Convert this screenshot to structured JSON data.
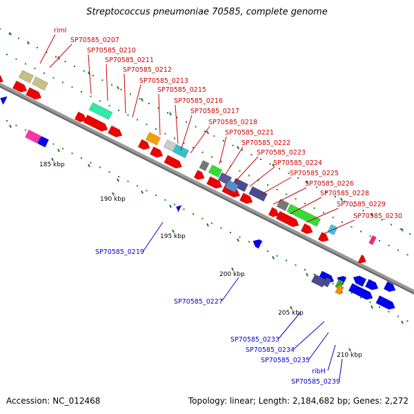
{
  "title": "Streptococcus pneumoniae 70585, complete genome",
  "footer": {
    "accession": "Accession: NC_012468",
    "summary": "Topology: linear; Length: 2,184,682 bp; Genes: 2,272"
  },
  "colors": {
    "backbone": "#999999",
    "forward": "#ee0000",
    "reverse": "#0000ee",
    "tick": "#1e7a1e",
    "label_fwd": "#cc0000",
    "label_rev": "#0000cc"
  },
  "ticks": [
    {
      "label": "185 kbp"
    },
    {
      "label": "190 kbp"
    },
    {
      "label": "195 kbp"
    },
    {
      "label": "200 kbp"
    },
    {
      "label": "205 kbp"
    },
    {
      "label": "210 kbp"
    }
  ],
  "top_labels": [
    {
      "text": "rimI"
    },
    {
      "text": "SP70585_0207"
    },
    {
      "text": "SP70585_0210"
    },
    {
      "text": "SP70585_0211"
    },
    {
      "text": "SP70585_0212"
    },
    {
      "text": "SP70585_0213"
    },
    {
      "text": "SP70585_0215"
    },
    {
      "text": "SP70585_0216"
    },
    {
      "text": "SP70585_0217"
    },
    {
      "text": "SP70585_0218"
    },
    {
      "text": "SP70585_0221"
    },
    {
      "text": "SP70585_0222"
    },
    {
      "text": "SP70585_0223"
    },
    {
      "text": "SP70585_0224"
    },
    {
      "text": "SP70585_0225"
    },
    {
      "text": "SP70585_0226"
    },
    {
      "text": "SP70585_0228"
    },
    {
      "text": "SP70585_0229"
    },
    {
      "text": "SP70585_0230"
    }
  ],
  "bottom_labels": [
    {
      "text": "SP70585_0219"
    },
    {
      "text": "SP70585_0227"
    },
    {
      "text": "SP70585_0233"
    },
    {
      "text": "SP70585_0234"
    },
    {
      "text": "SP70585_0235"
    },
    {
      "text": "ribH"
    },
    {
      "text": "SP70585_0239"
    }
  ],
  "cog_boxes": [
    {
      "color": "#c8bf88"
    },
    {
      "color": "#c8bf88"
    },
    {
      "color": "#33e8a8"
    },
    {
      "color": "#f5a000"
    },
    {
      "color": "#cccccc"
    },
    {
      "color": "#33c0d0"
    },
    {
      "color": "#777777"
    },
    {
      "color": "#33dd33"
    },
    {
      "color": "#5a5a9a"
    },
    {
      "color": "#4a4a90"
    },
    {
      "color": "#5590c8"
    },
    {
      "color": "#4a4a90"
    },
    {
      "color": "#777777"
    },
    {
      "color": "#33dd33"
    },
    {
      "color": "#33dd33"
    },
    {
      "color": "#33c8f0"
    },
    {
      "color": "#ff2288"
    },
    {
      "color": "#ff33aa"
    },
    {
      "color": "#4a4a90"
    },
    {
      "color": "#33aa33"
    },
    {
      "color": "#ff8800"
    },
    {
      "color": "#4a4a90"
    }
  ]
}
